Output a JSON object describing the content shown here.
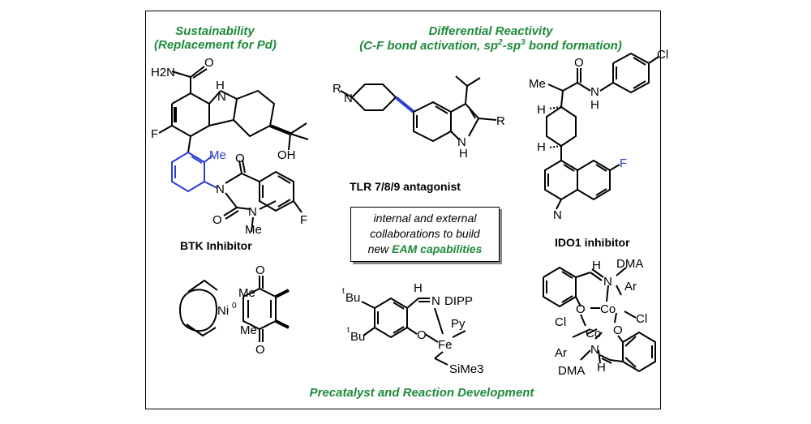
{
  "headers": {
    "sustainability_line1": "Sustainability",
    "sustainability_line2": "(Replacement for Pd)",
    "reactivity_line1": "Differential Reactivity",
    "reactivity_line2_pre": "(C-F bond activation, sp",
    "reactivity_sup1": "2",
    "reactivity_mid": "-sp",
    "reactivity_sup2": "3",
    "reactivity_line2_post": " bond formation)",
    "footer": "Precatalyst and Reaction Development"
  },
  "labels": {
    "btk": "BTK Inhibitor",
    "tlr": "TLR 7/8/9 antagonist",
    "ido1": "IDO1 inhibitor"
  },
  "callout": {
    "line1": "internal and external",
    "line2": "collaborations to build",
    "line3_pre": "new ",
    "line3_green": "EAM capabilities"
  },
  "atoms": {
    "h2n": "H2N",
    "o": "O",
    "h": "H",
    "n": "N",
    "f": "F",
    "oh": "OH",
    "me": "Me",
    "r": "R",
    "cl": "Cl",
    "ni": "Ni",
    "ni_sup": "0",
    "fe": "Fe",
    "co": "Co",
    "tbu": "Bu",
    "tbu_sup": "t",
    "dipp": "DIPP",
    "py": "Py",
    "sime3": "SiMe3",
    "dma": "DMA",
    "ar": "Ar"
  },
  "colors": {
    "accent_green": "#1f8a3b",
    "highlight_blue": "#2a3fd0"
  }
}
